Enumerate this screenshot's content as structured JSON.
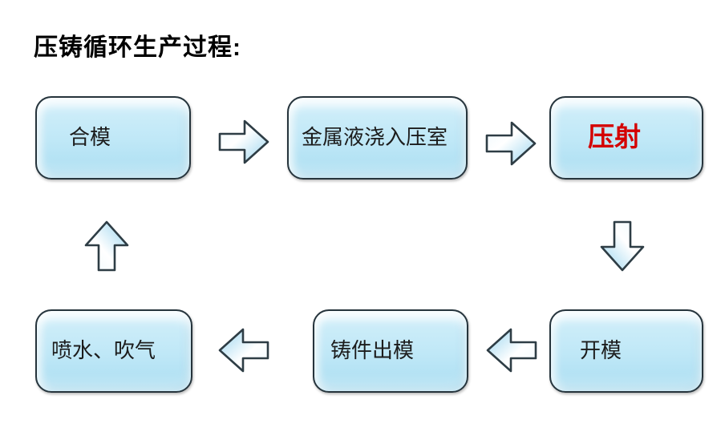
{
  "title": "压铸循环生产过程:",
  "flow": {
    "steps": [
      {
        "id": "close-mold",
        "label": "合模",
        "highlight": false
      },
      {
        "id": "pour-metal",
        "label": "金属液浇入压室",
        "highlight": false
      },
      {
        "id": "injection",
        "label": "压射",
        "highlight": true
      },
      {
        "id": "open-mold",
        "label": "开模",
        "highlight": false
      },
      {
        "id": "eject-casting",
        "label": "铸件出模",
        "highlight": false
      },
      {
        "id": "spray-blow",
        "label": "喷水、吹气",
        "highlight": false
      }
    ],
    "arrows": [
      {
        "direction": "right",
        "from": "合模",
        "to": "金属液浇入压室"
      },
      {
        "direction": "right",
        "from": "金属液浇入压室",
        "to": "压射"
      },
      {
        "direction": "down",
        "from": "压射",
        "to": "开模"
      },
      {
        "direction": "left",
        "from": "开模",
        "to": "铸件出模"
      },
      {
        "direction": "left",
        "from": "铸件出模",
        "to": "喷水、吹气"
      },
      {
        "direction": "up",
        "from": "喷水、吹气",
        "to": "合模"
      }
    ]
  },
  "colors": {
    "title_text": "#000000",
    "box_border": "#26343c",
    "box_fill_top": "#e2f4fc",
    "box_fill_bottom": "#aadef2",
    "step_text": "#1c1c1c",
    "highlight_text": "#d40000",
    "arrow_border": "#2e3d45",
    "arrow_fill_light": "#ffffff",
    "arrow_fill_dark": "#9fd8ef"
  }
}
